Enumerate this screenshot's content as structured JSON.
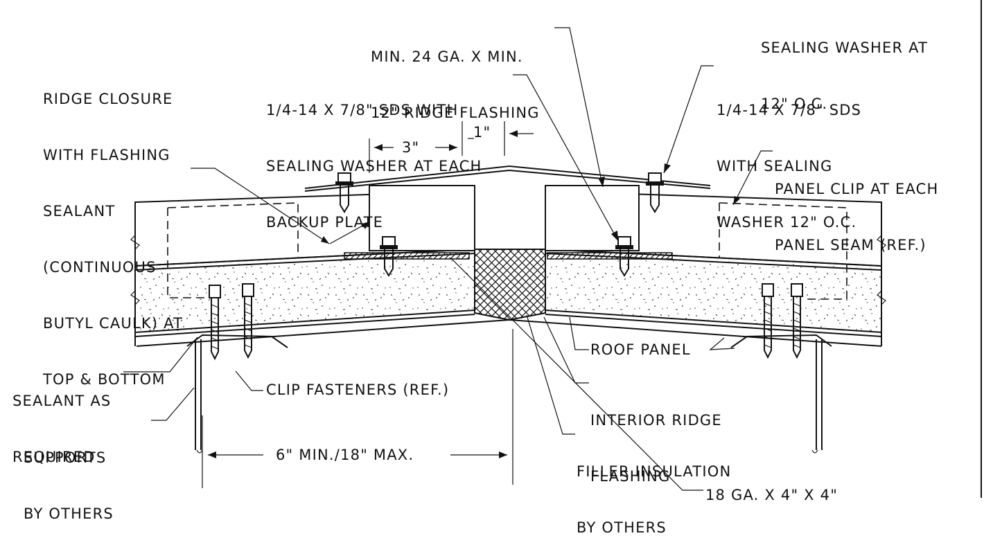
{
  "labels": {
    "ridge_flashing": [
      "MIN. 24 GA. X MIN.",
      "12\" RIDGE FLASHING"
    ],
    "sealing_washer_top": [
      "SEALING WASHER AT",
      "12\" O.C."
    ],
    "ridge_closure": [
      "RIDGE CLOSURE",
      "WITH FLASHING",
      "SEALANT",
      "(CONTINUOUS",
      "BUTYL CAULK) AT",
      "TOP & BOTTOM"
    ],
    "sds_backup": [
      "1/4-14 X 7/8\" SDS WITH",
      "SEALING WASHER AT EACH",
      "BACKUP PLATE"
    ],
    "sds_12oc": [
      "1/4-14 X 7/8\" SDS",
      "WITH SEALING",
      "WASHER 12\" O.C."
    ],
    "panel_clip": [
      "PANEL CLIP AT EACH",
      "PANEL SEAM (REF.)"
    ],
    "dim_3": "3\"",
    "dim_1": "1\"",
    "sealant": [
      "SEALANT AS",
      "REQUIRED"
    ],
    "clip_fasteners": "CLIP FASTENERS (REF.)",
    "supports": [
      "SUPPORTS",
      "BY OTHERS"
    ],
    "roof_panel": "ROOF PANEL",
    "interior_ridge": [
      "INTERIOR RIDGE",
      "FLASHING"
    ],
    "filler_insulation": [
      "FILLER INSULATION",
      "BY OTHERS"
    ],
    "dim_span": "6\" MIN./18\" MAX.",
    "bottom_cut": "18 GA. X 4\" X 4\""
  }
}
